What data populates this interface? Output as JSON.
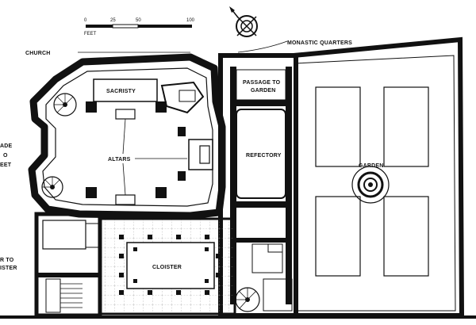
{
  "scale": {
    "ticks": [
      "0",
      "25",
      "50",
      "100"
    ],
    "unit": "FEET"
  },
  "labels": {
    "church": "CHURCH",
    "monastic_quarters": "MONASTIC QUARTERS",
    "sacristy": "SACRISTY",
    "passage_line1": "PASSAGE TO",
    "passage_line2": "GARDEN",
    "altars": "ALTARS",
    "refectory": "REFECTORY",
    "garden": "GARDEN",
    "cloister": "CLOISTER",
    "left_edge_1": "ADE",
    "left_edge_2": "O",
    "left_edge_3": "EET",
    "left_edge_4": "R TO",
    "left_edge_5": "ISTER"
  },
  "colors": {
    "ink": "#111111",
    "paper": "#ffffff",
    "hatch": "#9a9a9a"
  }
}
